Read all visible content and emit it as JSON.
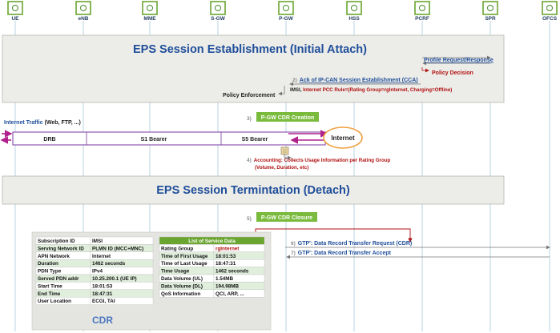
{
  "nodes": [
    {
      "label": "UE",
      "icon": "phone-icon"
    },
    {
      "label": "eNB",
      "icon": "antenna-icon"
    },
    {
      "label": "MME",
      "icon": "server-icon"
    },
    {
      "label": "S-GW",
      "icon": "gateway-icon"
    },
    {
      "label": "P-GW",
      "icon": "gateway-icon"
    },
    {
      "label": "HSS",
      "icon": "database-icon"
    },
    {
      "label": "PCRF",
      "icon": "policy-icon"
    },
    {
      "label": "SPR",
      "icon": "database-icon"
    },
    {
      "label": "OFCS",
      "icon": "charging-icon"
    }
  ],
  "attach": {
    "title": "EPS Session Establishment (Initial Attach)",
    "profile_request": "Profile Request/Response",
    "policy_decision": "Policy Decision",
    "cca_num": "2)",
    "cca": "Ack of IP-CAN Session Establishment (CCA)",
    "imsi_prefix": "IMSI, ",
    "pcc_rule": "Internet PCC Rule=(Rating Group=rgInternet, Charging=Offline)",
    "policy_enforcement": "Policy Enforcement"
  },
  "cdr_creation": {
    "num": "3)",
    "label": "P-GW CDR Creation"
  },
  "traffic": {
    "label": "Internet Traffic",
    "suffix": " (Web, FTP, ...)",
    "drb": "DRB",
    "s1": "S1 Bearer",
    "s5": "S5 Bearer",
    "internet": "Internet"
  },
  "accounting": {
    "num": "4)",
    "line1": "Accounting: Collects Usage Information per Rating Group",
    "line2": "(Volume, Duration, etc)"
  },
  "detach": {
    "title": "EPS Session Termintation (Detach)"
  },
  "cdr_closure": {
    "num": "5)",
    "label": "P-GW CDR Closure"
  },
  "gtp": {
    "req_num": "6)",
    "req": "GTP': Data Record Transfer Request (CDR)",
    "acc_num": "7)",
    "acc": "GTP': Data Record Transfer Accept"
  },
  "cdr": {
    "caption": "CDR",
    "left_rows": [
      [
        "Subscription ID",
        "IMSI"
      ],
      [
        "Serving Network ID",
        "PLMN ID (MCC+MNC)"
      ],
      [
        "APN Network",
        "Internet"
      ],
      [
        "Duration",
        "1462 seconds"
      ],
      [
        "PDN Type",
        "IPv4"
      ],
      [
        "Served PDN addr",
        "10.25.200.1 (UE IP)"
      ],
      [
        "Start Time",
        "18:01:53"
      ],
      [
        "End Time",
        "18:47:31"
      ],
      [
        "User Location",
        "ECGI, TAI"
      ]
    ],
    "service_title": "List of Service Data",
    "right_rows": [
      [
        "Rating Group",
        "rgInternet"
      ],
      [
        "Time of First Usage",
        "18:01:53"
      ],
      [
        "Time of Last Usage",
        "18:47:31"
      ],
      [
        "Time Usage",
        "1462 seconds"
      ],
      [
        "Data Volume (UL)",
        "1.54MB"
      ],
      [
        "Data Volume (DL)",
        "194.98MB"
      ],
      [
        "QoS Information",
        "QCI, ARP, ..."
      ]
    ]
  },
  "colors": {
    "banner": "#ecece8",
    "green": "#7aba3c",
    "magenta": "#b0208c",
    "purple": "#7a3aa0",
    "node_border": "#6aa530"
  }
}
